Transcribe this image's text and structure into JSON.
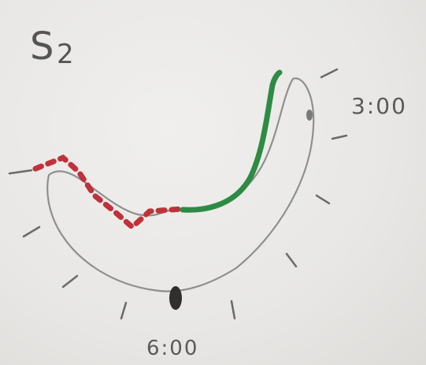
{
  "diagram": {
    "title": "S",
    "title_sub": "2",
    "labels": {
      "three_oclock": "3:00",
      "six_oclock": "6:00"
    },
    "colors": {
      "outline": "#8f8f8f",
      "dotted_segment": "#c0313a",
      "solid_segment": "#2e8b44",
      "marker": "#3a3a3a",
      "ticks": "#6a6a6a"
    }
  }
}
